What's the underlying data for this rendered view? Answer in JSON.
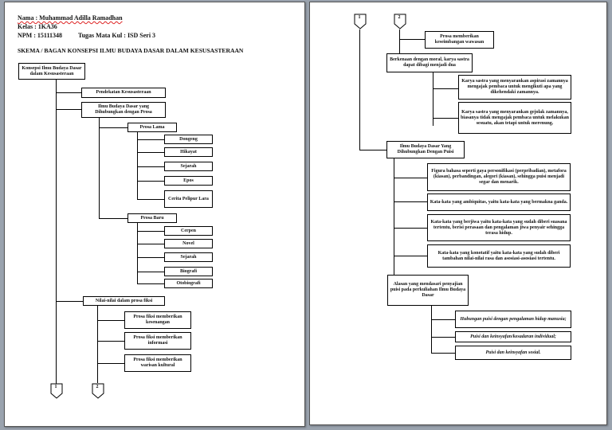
{
  "header": {
    "nama": "Nama : Muhammad Adilla Ramadhan",
    "kelas": "Kelas : 1KA36",
    "npm": "NPM : 15111348",
    "tugas": "Tugas Mata Kul : ISD Seri 3",
    "title": "SKEMA / BAGAN KONSEPSI ILMU BUDAYA DASAR DALAM KESUSASTERAAN"
  },
  "page1": {
    "root": "Konsepsi Ilmu Budaya Dasar dalam Kesusasteraan",
    "pendekatan": "Pendekatan Kesusasteraan",
    "ibd_prosa": "Ilmu Budaya Dasar yang Dihubungkan dengan Prosa",
    "prosa_lama": "Prosa Lama",
    "prosa_lama_items": [
      "Dongeng",
      "Hikayat",
      "Sejarah",
      "Epos",
      "Cerita Pelipur Lara"
    ],
    "prosa_baru": "Prosa Baru",
    "prosa_baru_items": [
      "Cerpen",
      "Novel",
      "Sejarah",
      "Biografi",
      "Otobiografi"
    ],
    "nilai": "Nilai-nilai dalam prosa fiksi",
    "nilai_items": [
      "Prosa fiksi memberikan kesenangan",
      "Prosa fiksi memberikan informasi",
      "Prosa fiksi memberikan warisan kultural"
    ],
    "connectors": [
      "1",
      "2"
    ]
  },
  "page2": {
    "connectors": [
      "1",
      "2"
    ],
    "keseimbangan": "Prosa memberikan keseimbangan wawasan",
    "moral": "Berkenaan dengan moral, karya sastra dapat dibagi menjadi dua",
    "moral_items": [
      "Karya sastra yang menyarankan aspirasi zamannya mengajak pembaca untuk mengikuti apa yang dikehendaki zamannya.",
      "Karya sastra yang menyarankan gejolak zamannya, biasanya tidak mengajak pembaca untuk melakukan sesuatu, akan tetapi untuk merenung."
    ],
    "ibd_puisi": "Ilmu Budaya Dasar Yang Dihubungkan Dengan Puisi",
    "puisi_items": [
      "Figura bahasa seperti gaya personifikasi (perpribadian), metafora (kiasan), perbandingan, alegori (kiasan), sehingga puisi menjadi segar dan menarik.",
      "Kata-kata yang ambiquitas, yaitu kata-kata yang bermakna ganda.",
      "Kata-kata yang berjiwa yaitu kata-kata yang sudah diberi suasana tertentu, berisi perasaan dan pengalaman jiwa penyair sehingga terasa hidup.",
      "Kata-kata yang konotatif yaitu kata-kata yang sudah diberi tambahan nilai-nilai rasa dan asosiasi-asosiasi tertentu."
    ],
    "alasan": "Alasan yang mendasari penyajian puisi pada perkuliahan Ilmu Budaya Dasar",
    "alasan_items": [
      "Hubungan puisi dengan pengalaman hidup manusia;",
      "Puisi dan keinsyafan/kesadaran individual;",
      "Puisi dan keinsyafan sosial."
    ]
  }
}
